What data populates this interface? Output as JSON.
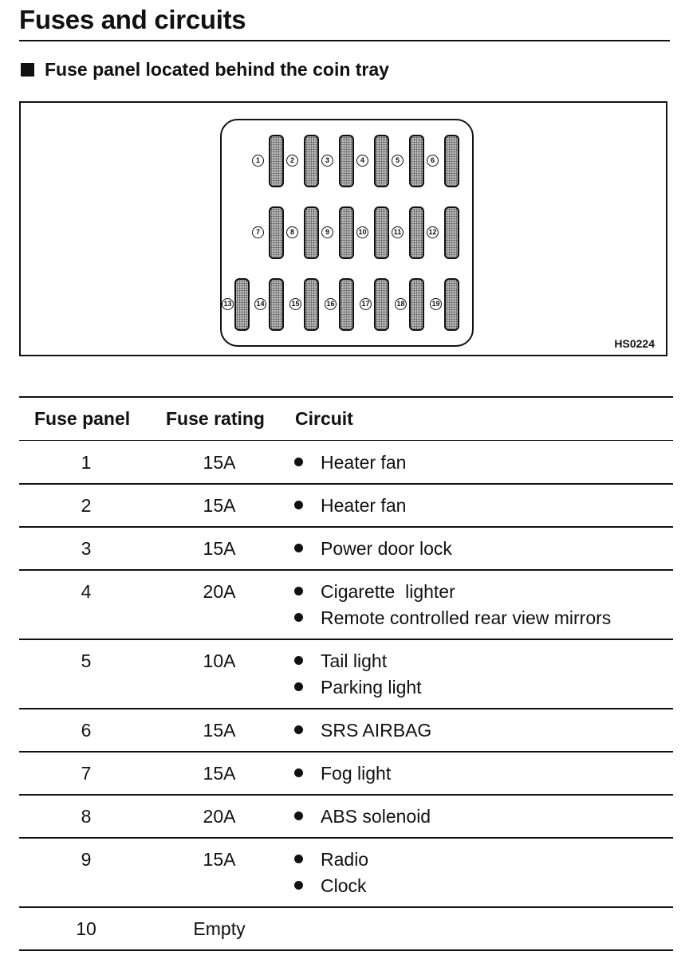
{
  "title": "Fuses and circuits",
  "subtitle": "Fuse panel located behind the coin tray",
  "diagram": {
    "code": "HS0224",
    "fuse_numbers": [
      "1",
      "2",
      "3",
      "4",
      "5",
      "6",
      "7",
      "8",
      "9",
      "10",
      "11",
      "12",
      "13",
      "14",
      "15",
      "16",
      "17",
      "18",
      "19"
    ]
  },
  "table": {
    "headers": {
      "panel": "Fuse panel",
      "rating": "Fuse rating",
      "circuit": "Circuit"
    },
    "rows": [
      {
        "panel": "1",
        "rating": "15A",
        "circuits": [
          "Heater fan"
        ]
      },
      {
        "panel": "2",
        "rating": "15A",
        "circuits": [
          "Heater fan"
        ]
      },
      {
        "panel": "3",
        "rating": "15A",
        "circuits": [
          "Power door lock"
        ]
      },
      {
        "panel": "4",
        "rating": "20A",
        "circuits": [
          "Cigarette  lighter",
          "Remote controlled rear view mirrors"
        ]
      },
      {
        "panel": "5",
        "rating": "10A",
        "circuits": [
          "Tail light",
          "Parking light"
        ]
      },
      {
        "panel": "6",
        "rating": "15A",
        "circuits": [
          "SRS AIRBAG"
        ]
      },
      {
        "panel": "7",
        "rating": "15A",
        "circuits": [
          "Fog light"
        ]
      },
      {
        "panel": "8",
        "rating": "20A",
        "circuits": [
          "ABS solenoid"
        ]
      },
      {
        "panel": "9",
        "rating": "15A",
        "circuits": [
          "Radio",
          "Clock"
        ]
      },
      {
        "panel": "10",
        "rating": "Empty",
        "circuits": []
      }
    ]
  }
}
